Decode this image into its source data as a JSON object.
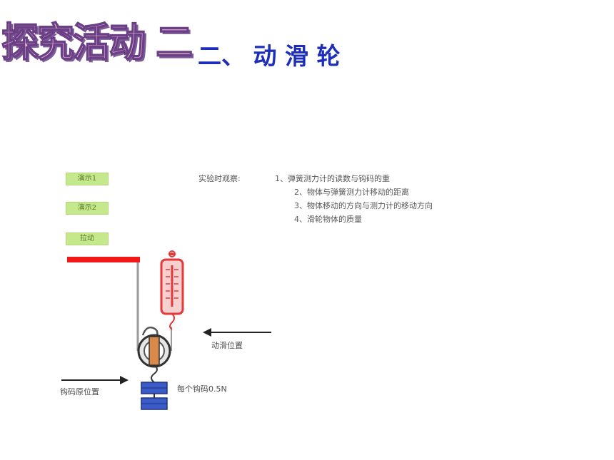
{
  "header": {
    "wordart_title": "探究活动 二",
    "slide_title": "二、 动 滑 轮"
  },
  "buttons": [
    {
      "label": "演示1"
    },
    {
      "label": "演示2"
    },
    {
      "label": "拉动"
    }
  ],
  "notes": {
    "intro": "实验时观察:",
    "items": [
      "1、弹簧测力计的读数与钩码的重",
      "2、物体与弹簧测力计移动的距离",
      "3、物体移动的方向与测力计的移动方向",
      "4、滑轮物体的质量"
    ]
  },
  "labels": {
    "pulley_position": "动滑位置",
    "hook_position": "钩码原位置",
    "each_weight": "每个钩码0.5N"
  },
  "colors": {
    "title_blue": "#1d2eb8",
    "wordart_fill": "#e7b8cf",
    "wordart_outline": "#6b3f86",
    "button_green": "#c5e88c",
    "support_red": "#f01818",
    "scale_red": "#e23a3a",
    "scale_fill": "#f6cfcf",
    "pulley_orange": "#d98a4a",
    "weight_blue": "#3b5cc8"
  }
}
